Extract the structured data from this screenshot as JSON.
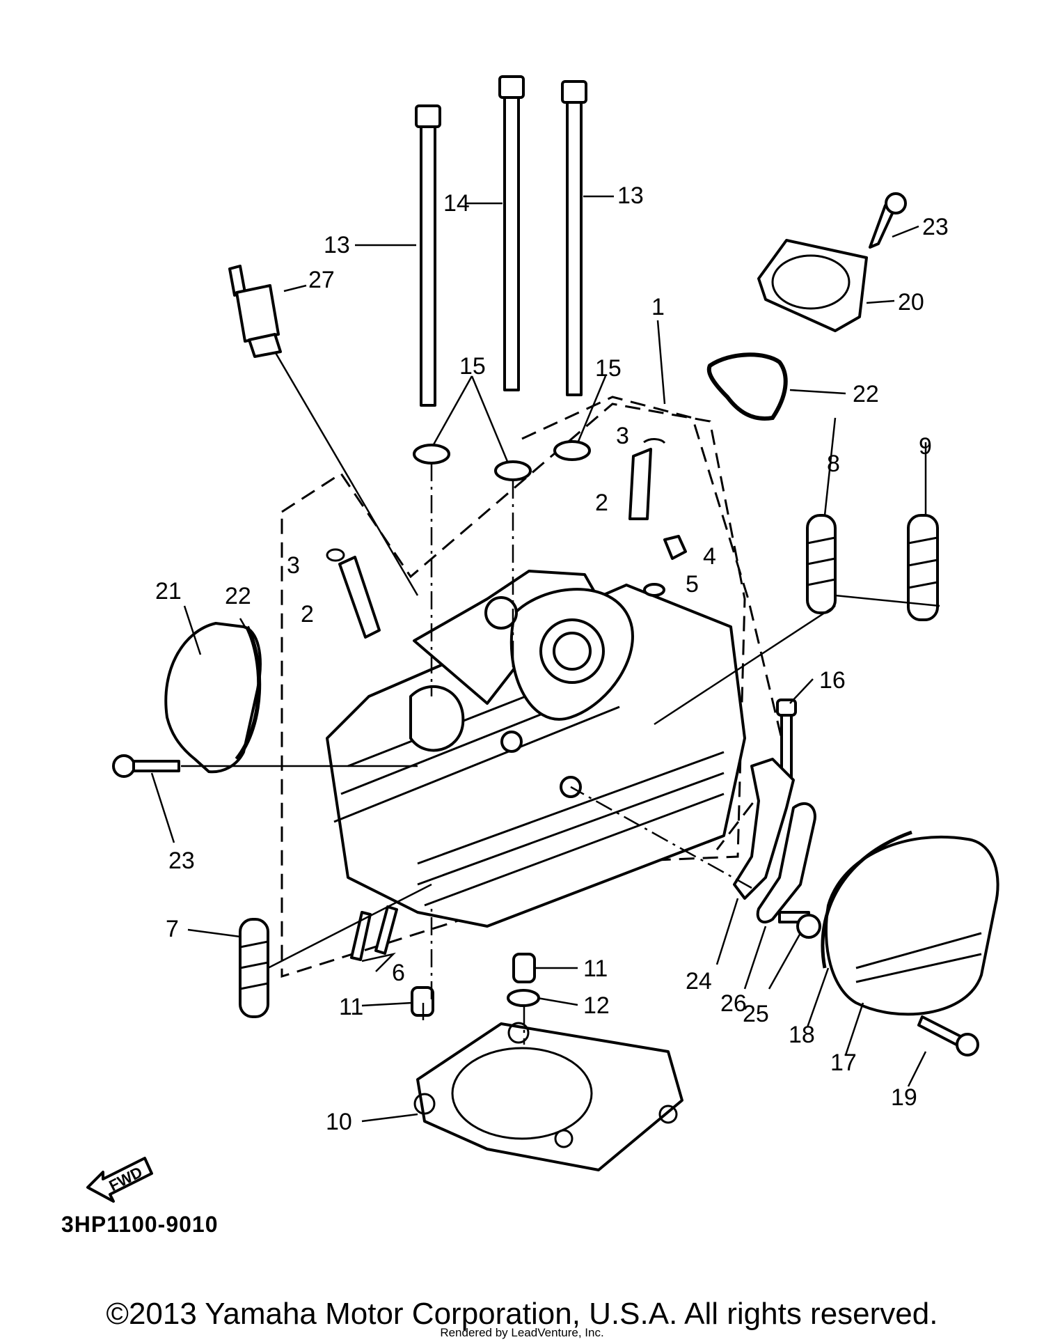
{
  "diagram": {
    "code": "3HP1100-9010",
    "direction_label": "FWD",
    "copyright": "©2013 Yamaha Motor Corporation, U.S.A. All rights reserved.",
    "rendered_by": "Rendered by LeadVenture, Inc.",
    "callouts": {
      "c1": "1",
      "c2a": "2",
      "c2b": "2",
      "c3a": "3",
      "c3b": "3",
      "c4": "4",
      "c5": "5",
      "c6": "6",
      "c7": "7",
      "c8": "8",
      "c9": "9",
      "c10": "10",
      "c11a": "11",
      "c11b": "11",
      "c12": "12",
      "c13a": "13",
      "c13b": "13",
      "c14": "14",
      "c15a": "15",
      "c15b": "15",
      "c16": "16",
      "c17": "17",
      "c18": "18",
      "c19": "19",
      "c20": "20",
      "c21": "21",
      "c22a": "22",
      "c22b": "22",
      "c23a": "23",
      "c23b": "23",
      "c24": "24",
      "c25": "25",
      "c26": "26",
      "c27": "27"
    }
  }
}
